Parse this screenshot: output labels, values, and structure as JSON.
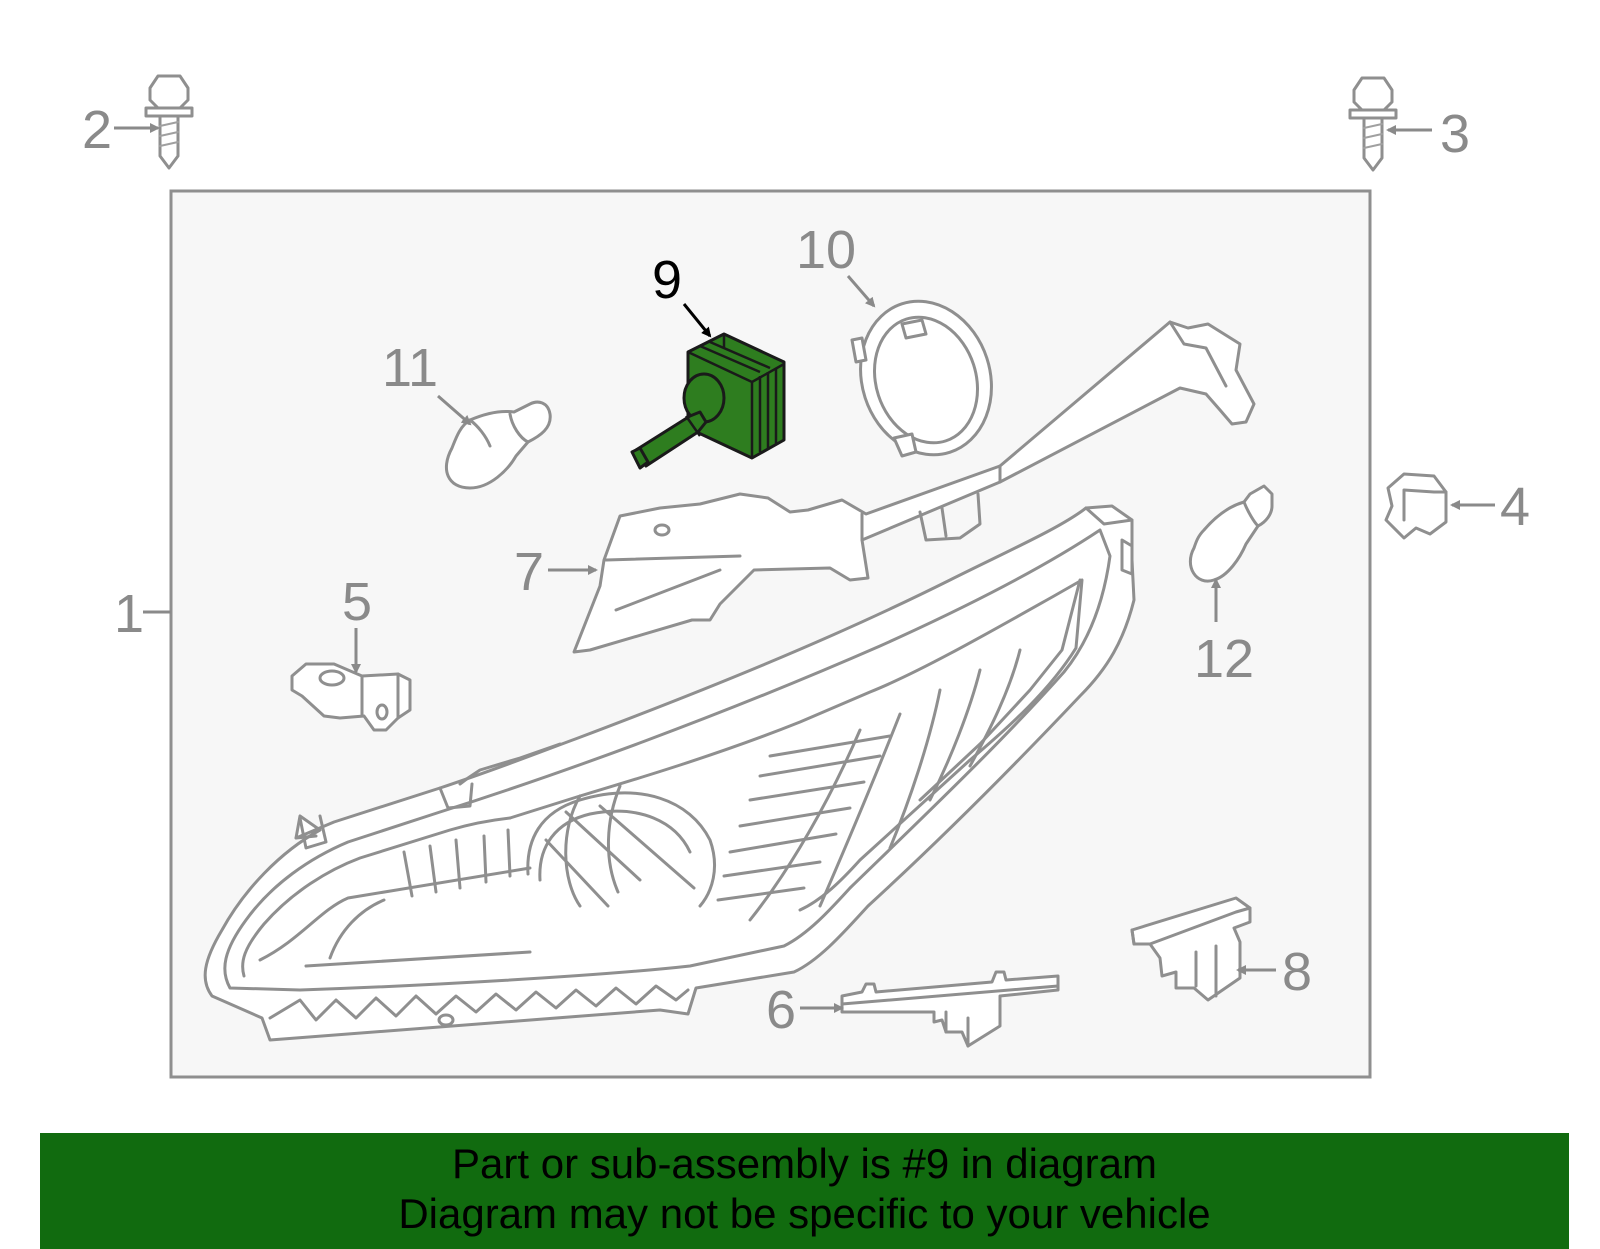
{
  "diagram": {
    "highlight_color": "#2e7d1f",
    "callouts": {
      "c1": "1",
      "c2": "2",
      "c3": "3",
      "c4": "4",
      "c5": "5",
      "c6": "6",
      "c7": "7",
      "c8": "8",
      "c9": "9",
      "c10": "10",
      "c11": "11",
      "c12": "12"
    },
    "highlighted_part": "9"
  },
  "banner": {
    "line1": "Part or sub-assembly is #9 in diagram",
    "line2": "Diagram may not be specific to your vehicle",
    "background": "#116b0f"
  }
}
